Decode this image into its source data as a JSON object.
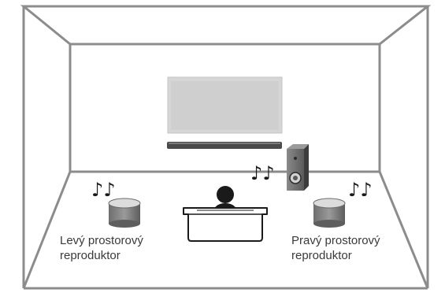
{
  "labels": {
    "left_speaker": [
      "Levý prostorový",
      "reproduktor"
    ],
    "right_speaker": [
      "Pravý prostorový",
      "reproduktor"
    ]
  },
  "music_notes": "♪♪",
  "colors": {
    "wall_line": "#8c8c8c",
    "tv_frame": "#d6d6d6",
    "tv_screen": "#d3d3d3",
    "soundbar": "#4a4a4a",
    "speaker": "#5a5a5a",
    "person": "#1a1a1a"
  }
}
